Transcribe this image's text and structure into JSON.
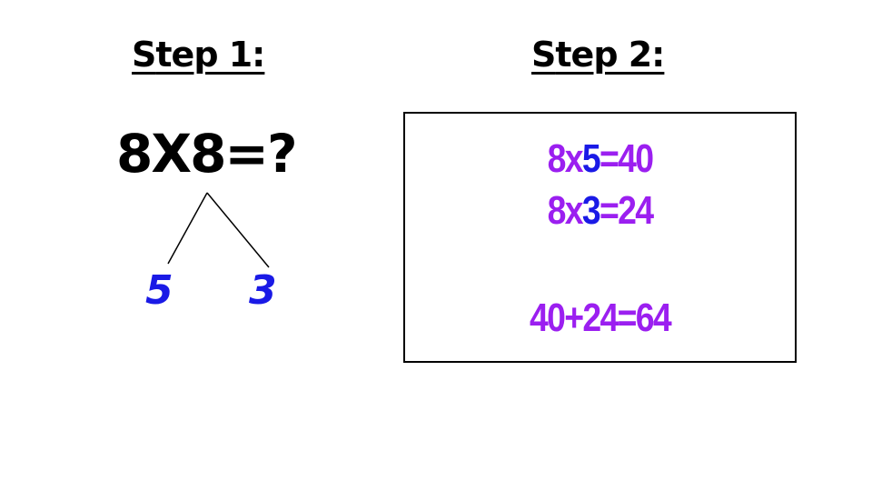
{
  "step1": {
    "heading": "Step 1:",
    "equation": "8X8=?",
    "branches": [
      "5",
      "3"
    ]
  },
  "step2": {
    "heading": "Step 2:",
    "line1": {
      "a": "8x",
      "b": "5",
      "c": "=40"
    },
    "line2": {
      "a": "8x",
      "b": "3",
      "c": "=24"
    },
    "line3": "40+24=64"
  },
  "colors": {
    "purple": "#9b1ff0",
    "blue": "#1a1ae6",
    "black": "#000000"
  }
}
